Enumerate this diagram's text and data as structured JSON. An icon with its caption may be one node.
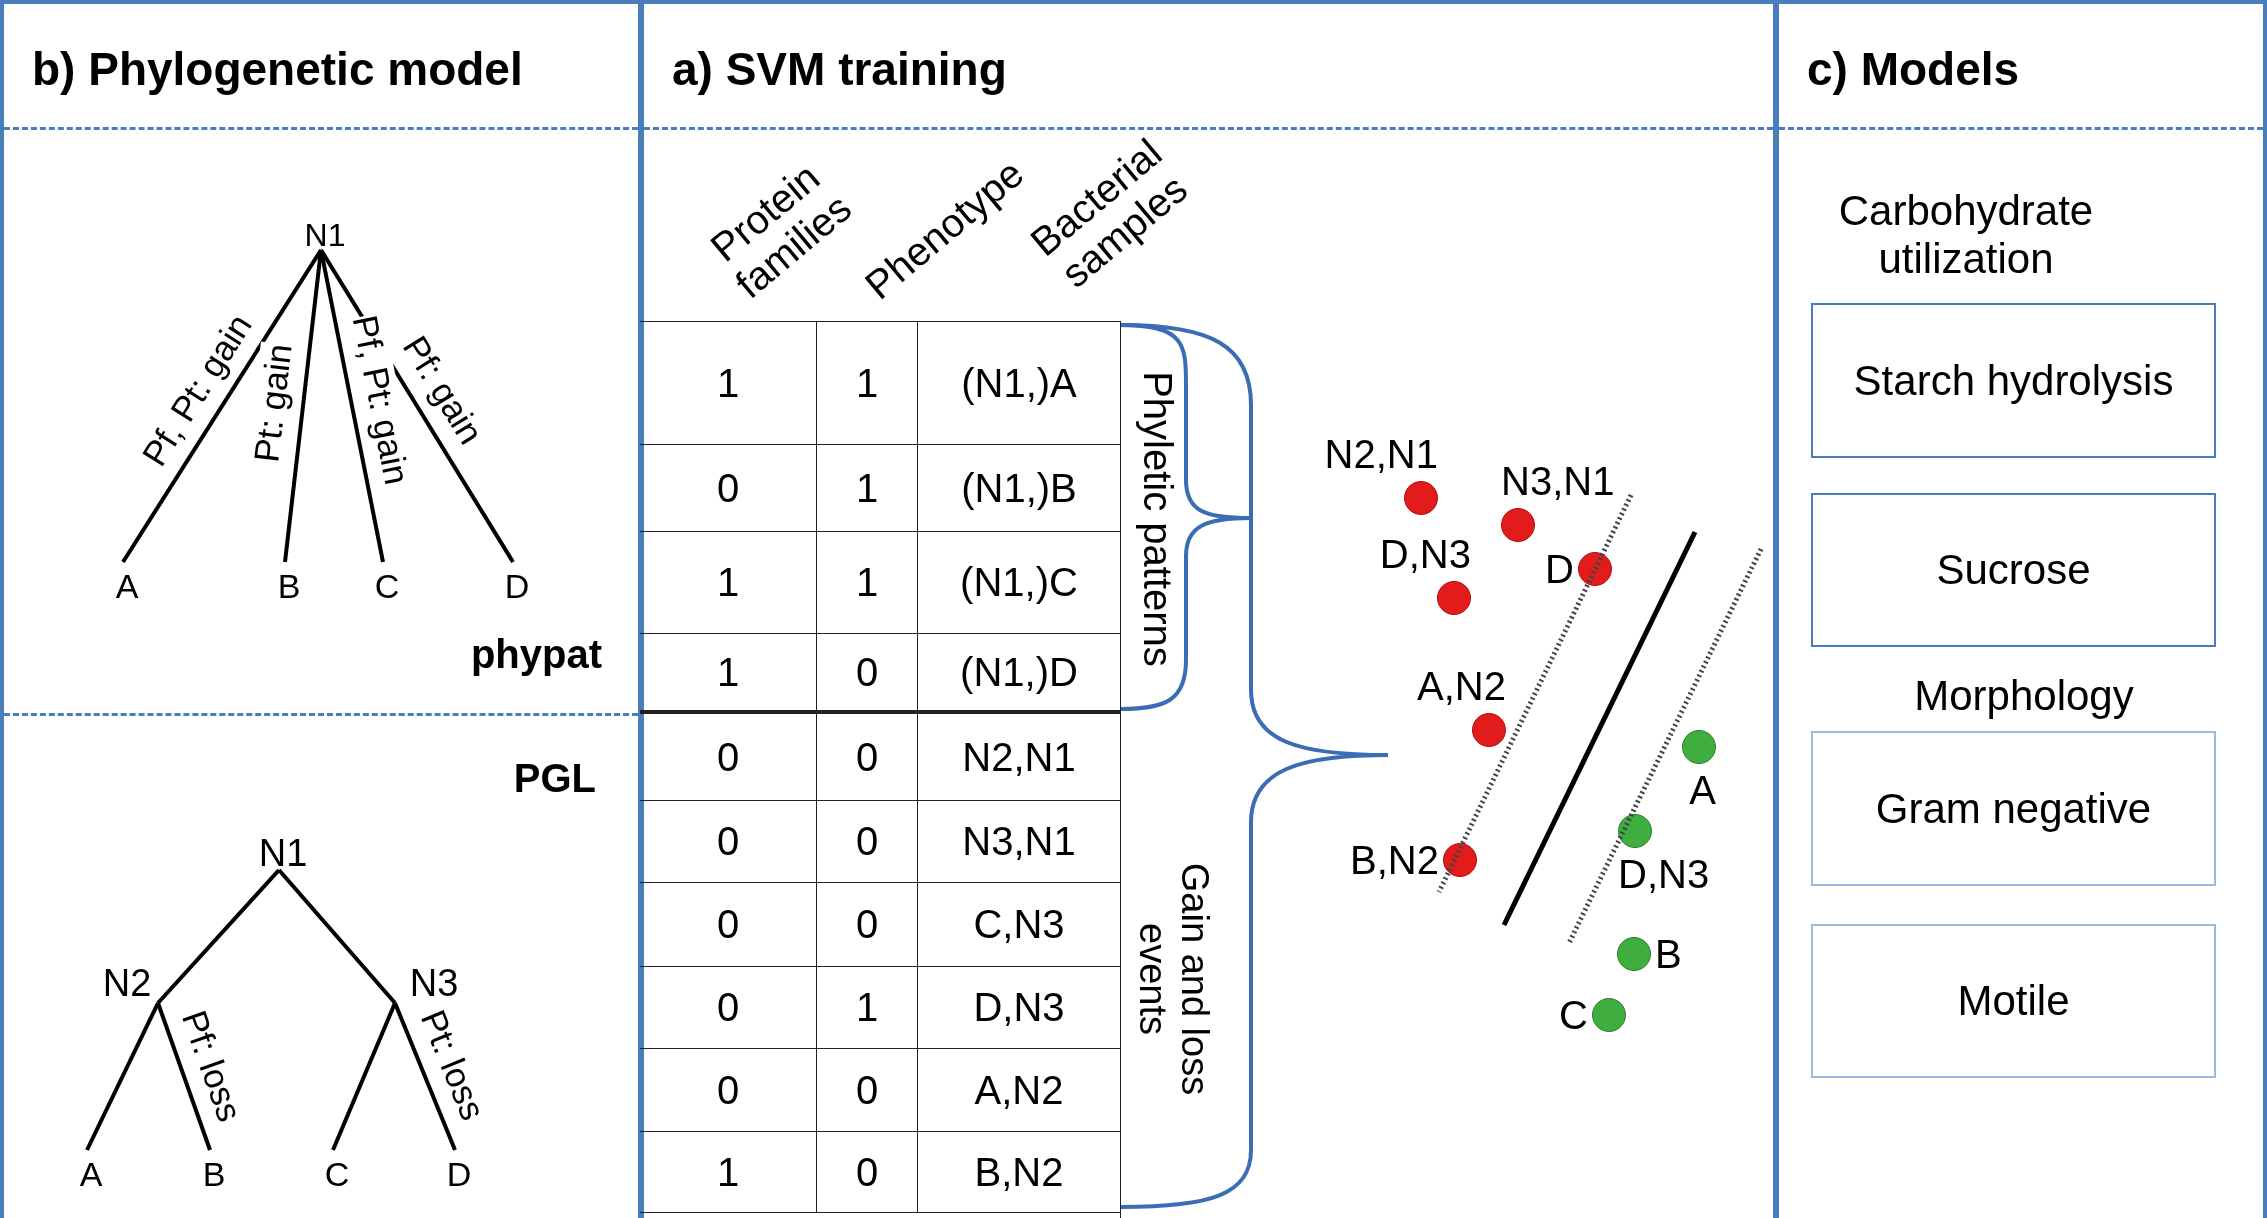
{
  "diagram": {
    "nodes": [
      {
        "text": [
          "b) Phylogenetic model"
        ]
      },
      {
        "text": [
          "N1"
        ],
        "in": 0
      },
      {
        "text": [
          "A"
        ],
        "in": 0
      },
      {
        "text": [
          "B"
        ],
        "in": 0
      },
      {
        "text": [
          "C"
        ],
        "in": 0
      },
      {
        "text": [
          "D"
        ],
        "in": 0
      },
      {
        "text": [
          "N1"
        ],
        "in": 0
      },
      {
        "text": [
          "N2"
        ],
        "in": 0
      },
      {
        "text": [
          "N3"
        ],
        "in": 0
      },
      {
        "text": [
          "A"
        ],
        "in": 0
      },
      {
        "text": [
          "B"
        ],
        "in": 0
      },
      {
        "text": [
          "C"
        ],
        "in": 0
      },
      {
        "text": [
          "D"
        ],
        "in": 0
      },
      {
        "text": [
          "a) SVM training"
        ]
      },
      {
        "text": [],
        "shape": "circle",
        "beside": [
          "N2,N1"
        ],
        "in": 13
      },
      {
        "text": [],
        "shape": "circle",
        "beside": [
          "N3,N1"
        ],
        "in": 13
      },
      {
        "text": [],
        "shape": "circle",
        "beside": [
          "D,N3"
        ],
        "in": 13
      },
      {
        "text": [],
        "shape": "circle",
        "beside": [
          "D"
        ],
        "in": 13
      },
      {
        "text": [],
        "shape": "circle",
        "beside": [
          "A,N2"
        ],
        "in": 13
      },
      {
        "text": [],
        "shape": "circle",
        "beside": [
          "B,N2"
        ],
        "in": 13
      },
      {
        "text": [],
        "shape": "circle",
        "beside": [
          "A"
        ],
        "in": 13
      },
      {
        "text": [],
        "shape": "circle",
        "beside": [
          "D,N3"
        ],
        "in": 13
      },
      {
        "text": [],
        "shape": "circle",
        "beside": [
          "B"
        ],
        "in": 13
      },
      {
        "text": [],
        "shape": "circle",
        "beside": [
          "C"
        ],
        "in": 13
      },
      {
        "text": [
          "c) Models"
        ]
      },
      {
        "text": [
          "Starch hydrolysis"
        ],
        "in": 24
      },
      {
        "text": [
          "Sucrose"
        ],
        "in": 24
      },
      {
        "text": [
          "Gram negative"
        ],
        "in": 24
      },
      {
        "text": [
          "Motile"
        ],
        "in": 24
      }
    ],
    "edges": [
      {
        "from": 1,
        "to": 2,
        "arrow": "none",
        "label": "Pf, Pt: gain"
      },
      {
        "from": 1,
        "to": 3,
        "arrow": "none",
        "label": "Pt: gain"
      },
      {
        "from": 1,
        "to": 4,
        "arrow": "none",
        "label": "Pf, Pt: gain"
      },
      {
        "from": 1,
        "to": 5,
        "arrow": "none",
        "label": "Pf: gain"
      },
      {
        "from": 6,
        "to": 7,
        "arrow": "none"
      },
      {
        "from": 6,
        "to": 8,
        "arrow": "none"
      },
      {
        "from": 7,
        "to": 9,
        "arrow": "none"
      },
      {
        "from": 7,
        "to": 10,
        "arrow": "none",
        "label": "Pf: loss"
      },
      {
        "from": 8,
        "to": 11,
        "arrow": "none"
      },
      {
        "from": 8,
        "to": 12,
        "arrow": "none",
        "label": "Pt: loss"
      }
    ],
    "labels": [
      "phypat",
      "PGL",
      "Protein families",
      "Phenotype",
      "Bacterial samples",
      "1",
      "1",
      "(N1,)A",
      "0",
      "1",
      "(N1,)B",
      "1",
      "1",
      "(N1,)C",
      "1",
      "0",
      "(N1,)D",
      "0",
      "0",
      "N2,N1",
      "0",
      "0",
      "N3,N1",
      "0",
      "0",
      "C,N3",
      "0",
      "1",
      "D,N3",
      "0",
      "0",
      "A,N2",
      "1",
      "0",
      "B,N2",
      "Phyletic patterns",
      "Gain and loss events",
      "Carbohydrate utilization",
      "Morphology"
    ]
  }
}
